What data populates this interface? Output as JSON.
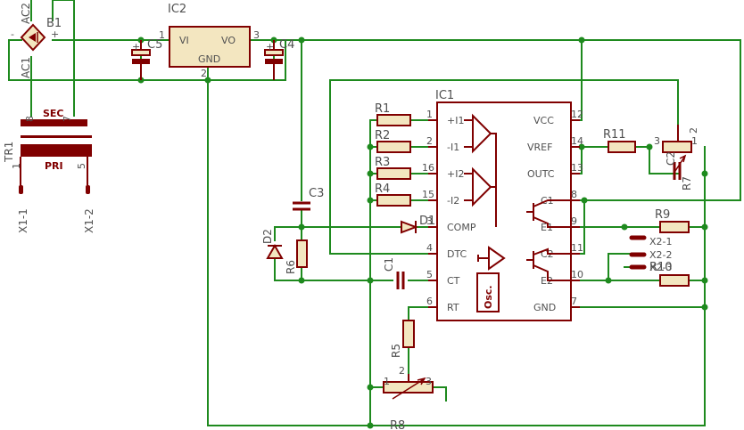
{
  "diagram": {
    "colors": {
      "wire": "#1e8a1e",
      "component": "#800000",
      "body_fill": "#f3e6c0",
      "text": "#505050",
      "pin": "#800000"
    },
    "ic1": {
      "name": "IC1",
      "left_pins": [
        {
          "num": "1",
          "name": "+I1"
        },
        {
          "num": "2",
          "name": "-I1"
        },
        {
          "num": "16",
          "name": "+I2"
        },
        {
          "num": "15",
          "name": "-I2"
        },
        {
          "num": "3",
          "name": "COMP"
        },
        {
          "num": "4",
          "name": "DTC"
        },
        {
          "num": "5",
          "name": "CT"
        },
        {
          "num": "6",
          "name": "RT"
        }
      ],
      "right_pins": [
        {
          "num": "12",
          "name": "VCC"
        },
        {
          "num": "14",
          "name": "VREF"
        },
        {
          "num": "13",
          "name": "OUTC"
        },
        {
          "num": "8",
          "name": "C1"
        },
        {
          "num": "9",
          "name": "E1"
        },
        {
          "num": "11",
          "name": "C2"
        },
        {
          "num": "10",
          "name": "E2"
        },
        {
          "num": "7",
          "name": "GND"
        }
      ],
      "osc_label": "Osc."
    },
    "ic2": {
      "name": "IC2",
      "vi": "VI",
      "vo": "VO",
      "gnd": "GND",
      "pin1": "1",
      "pin2": "2",
      "pin3": "3"
    },
    "bridge": {
      "name": "B1",
      "ac1": "AC1",
      "ac2": "AC2",
      "minus": "-",
      "plus": "+"
    },
    "transformer": {
      "name": "TR1",
      "sec": "SEC",
      "pri": "PRI",
      "p1": "1",
      "p5": "5",
      "p7": "7",
      "p8": "8"
    },
    "resistors": {
      "r1": "R1",
      "r2": "R2",
      "r3": "R3",
      "r4": "R4",
      "r5": "R5",
      "r6": "R6",
      "r9": "R9",
      "r10": "R10",
      "r11": "R11"
    },
    "capacitors": {
      "c1": "C1",
      "c2": "C2",
      "c3": "C3",
      "c4": "C4",
      "c5": "C5",
      "plus": "+"
    },
    "diodes": {
      "d1": "D1",
      "d2": "D2"
    },
    "pots": {
      "r7": "R7",
      "r8": "R8",
      "n1": "1",
      "n2": "2",
      "n3": "3"
    },
    "connectors": {
      "x1_1": "X1-1",
      "x1_2": "X1-2",
      "x2_1": "X2-1",
      "x2_2": "X2-2",
      "x2_3": "X2-3"
    }
  }
}
